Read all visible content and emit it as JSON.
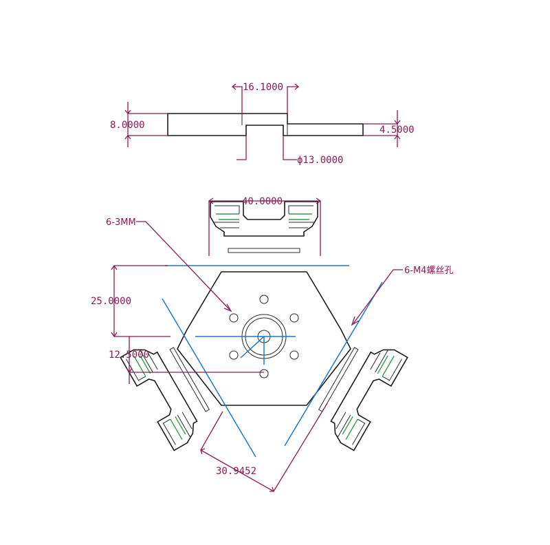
{
  "side_view": {
    "width_label": "16.1000",
    "thickness_label": "8.0000",
    "step_label": "4.5000",
    "bore_label": "ϕ13.0000"
  },
  "top_view": {
    "span_label": "40.0000",
    "height_label": "25.0000",
    "offset_label": "12.5000",
    "pitch_label": "30.9452",
    "hole_note": "6-3MM",
    "thread_note": "6-M4螺丝孔"
  },
  "colors": {
    "dimension": "#8b1a55",
    "centerline": "#1a78c8",
    "hidden": "#2aa04a",
    "outline": "#1a1a1a"
  }
}
